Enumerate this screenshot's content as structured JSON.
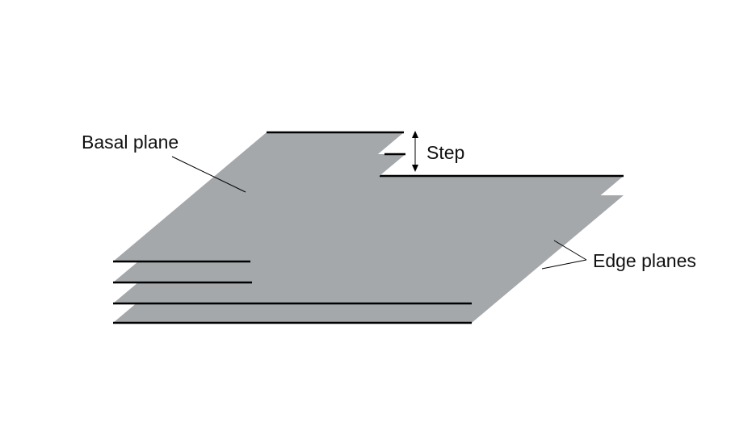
{
  "labels": {
    "basal_plane": "Basal plane",
    "step": "Step",
    "edge_planes": "Edge planes"
  }
}
